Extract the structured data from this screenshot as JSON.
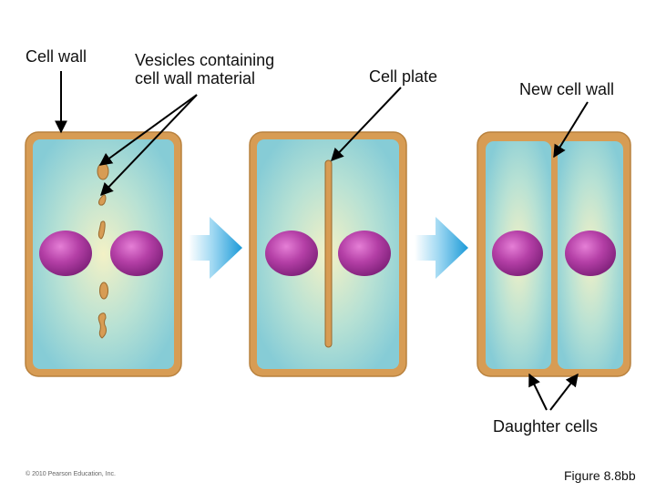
{
  "labels": {
    "cell_wall": "Cell wall",
    "vesicles": "Vesicles containing\ncell wall material",
    "cell_plate": "Cell plate",
    "new_cell_wall": "New cell wall",
    "daughter_cells": "Daughter cells"
  },
  "copyright": "© 2010 Pearson Education, Inc.",
  "figure": "Figure 8.8bb",
  "colors": {
    "wall": "#d79c54",
    "wall_edge": "#b07a3a",
    "cytoplasm": "#8fd0d8",
    "cytoplasm_light": "#f2f0c8",
    "nucleus": "#9a2f8e",
    "nucleus_light": "#e06fd0",
    "arrow": "#2fa9e0",
    "pointer": "#000000"
  }
}
